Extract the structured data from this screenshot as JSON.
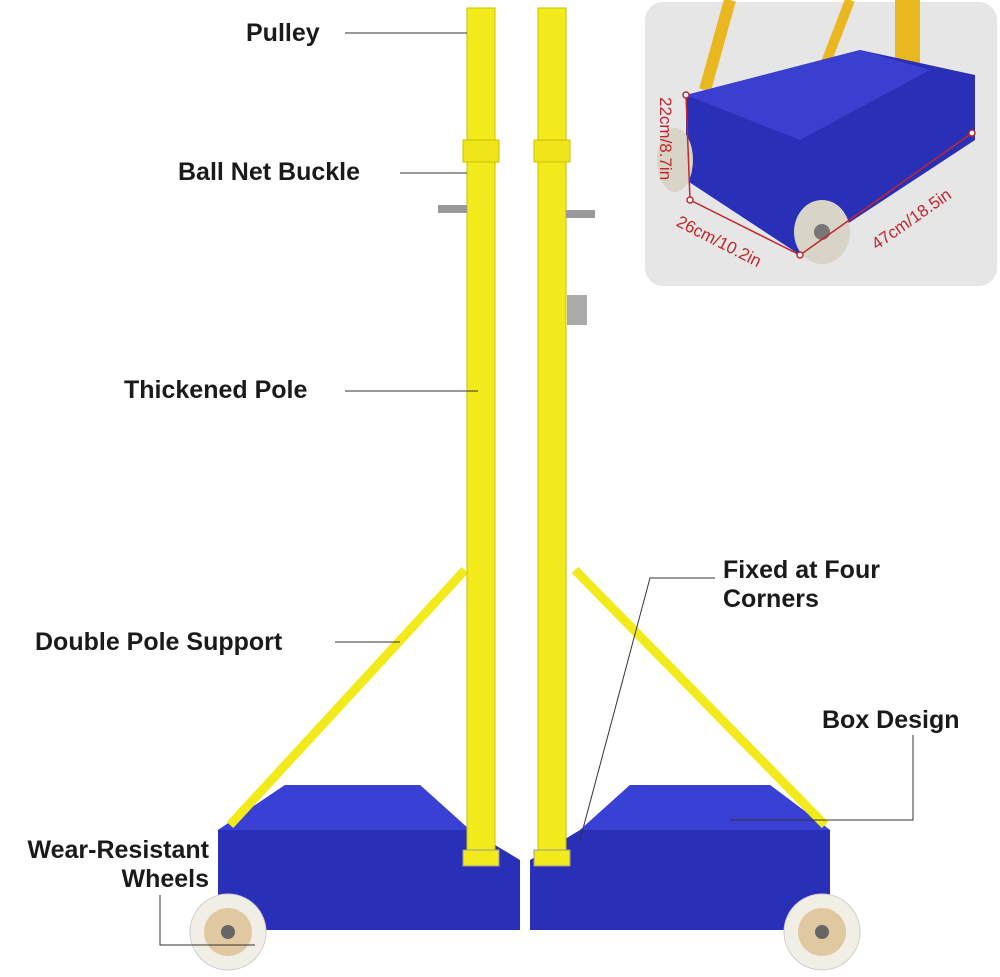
{
  "labels": {
    "pulley": "Pulley",
    "buckle": "Ball Net Buckle",
    "pole": "Thickened Pole",
    "support": "Double Pole Support",
    "fixed_line1": "Fixed at Four",
    "fixed_line2": "Corners",
    "box": "Box Design",
    "wheels_line1": "Wear-Resistant",
    "wheels_line2": "Wheels"
  },
  "dimensions": {
    "height": "22cm/8.7in",
    "width": "26cm/10.2in",
    "length": "47cm/18.5in"
  },
  "colors": {
    "pole": "#f2ea1a",
    "box": "#2a2fb8",
    "dim": "#c0282b",
    "inset_bg": "#e6e6e6"
  }
}
